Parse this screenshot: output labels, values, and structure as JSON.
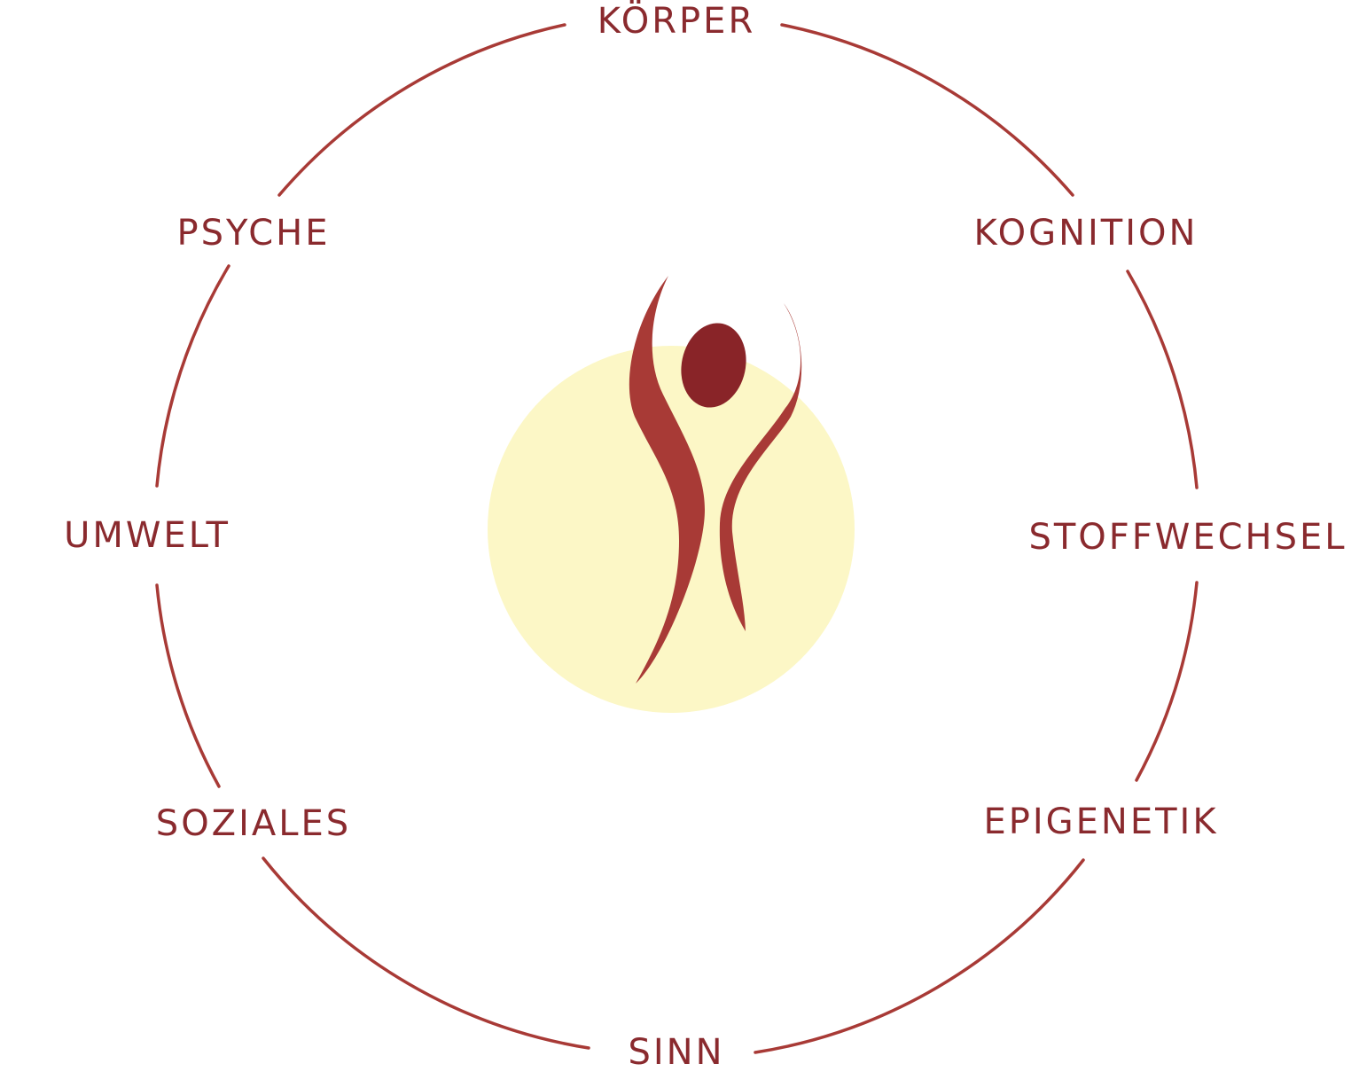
{
  "colors": {
    "ring": "#a83a36",
    "label": "#8a2a2e",
    "center_disc": "#fcf7c6",
    "figure_body": "#a83a36",
    "figure_head": "#892428"
  },
  "figure": {
    "icon": "person-arms-raised-icon"
  },
  "nodes": [
    {
      "id": "koerper",
      "label": "KÖRPER"
    },
    {
      "id": "kognition",
      "label": "KOGNITION"
    },
    {
      "id": "stoffwechsel",
      "label": "STOFFWECHSEL"
    },
    {
      "id": "epigenetik",
      "label": "EPIGENETIK"
    },
    {
      "id": "sinn",
      "label": "SINN"
    },
    {
      "id": "soziales",
      "label": "SOZIALES"
    },
    {
      "id": "umwelt",
      "label": "UMWELT"
    },
    {
      "id": "psyche",
      "label": "PSYCHE"
    }
  ]
}
